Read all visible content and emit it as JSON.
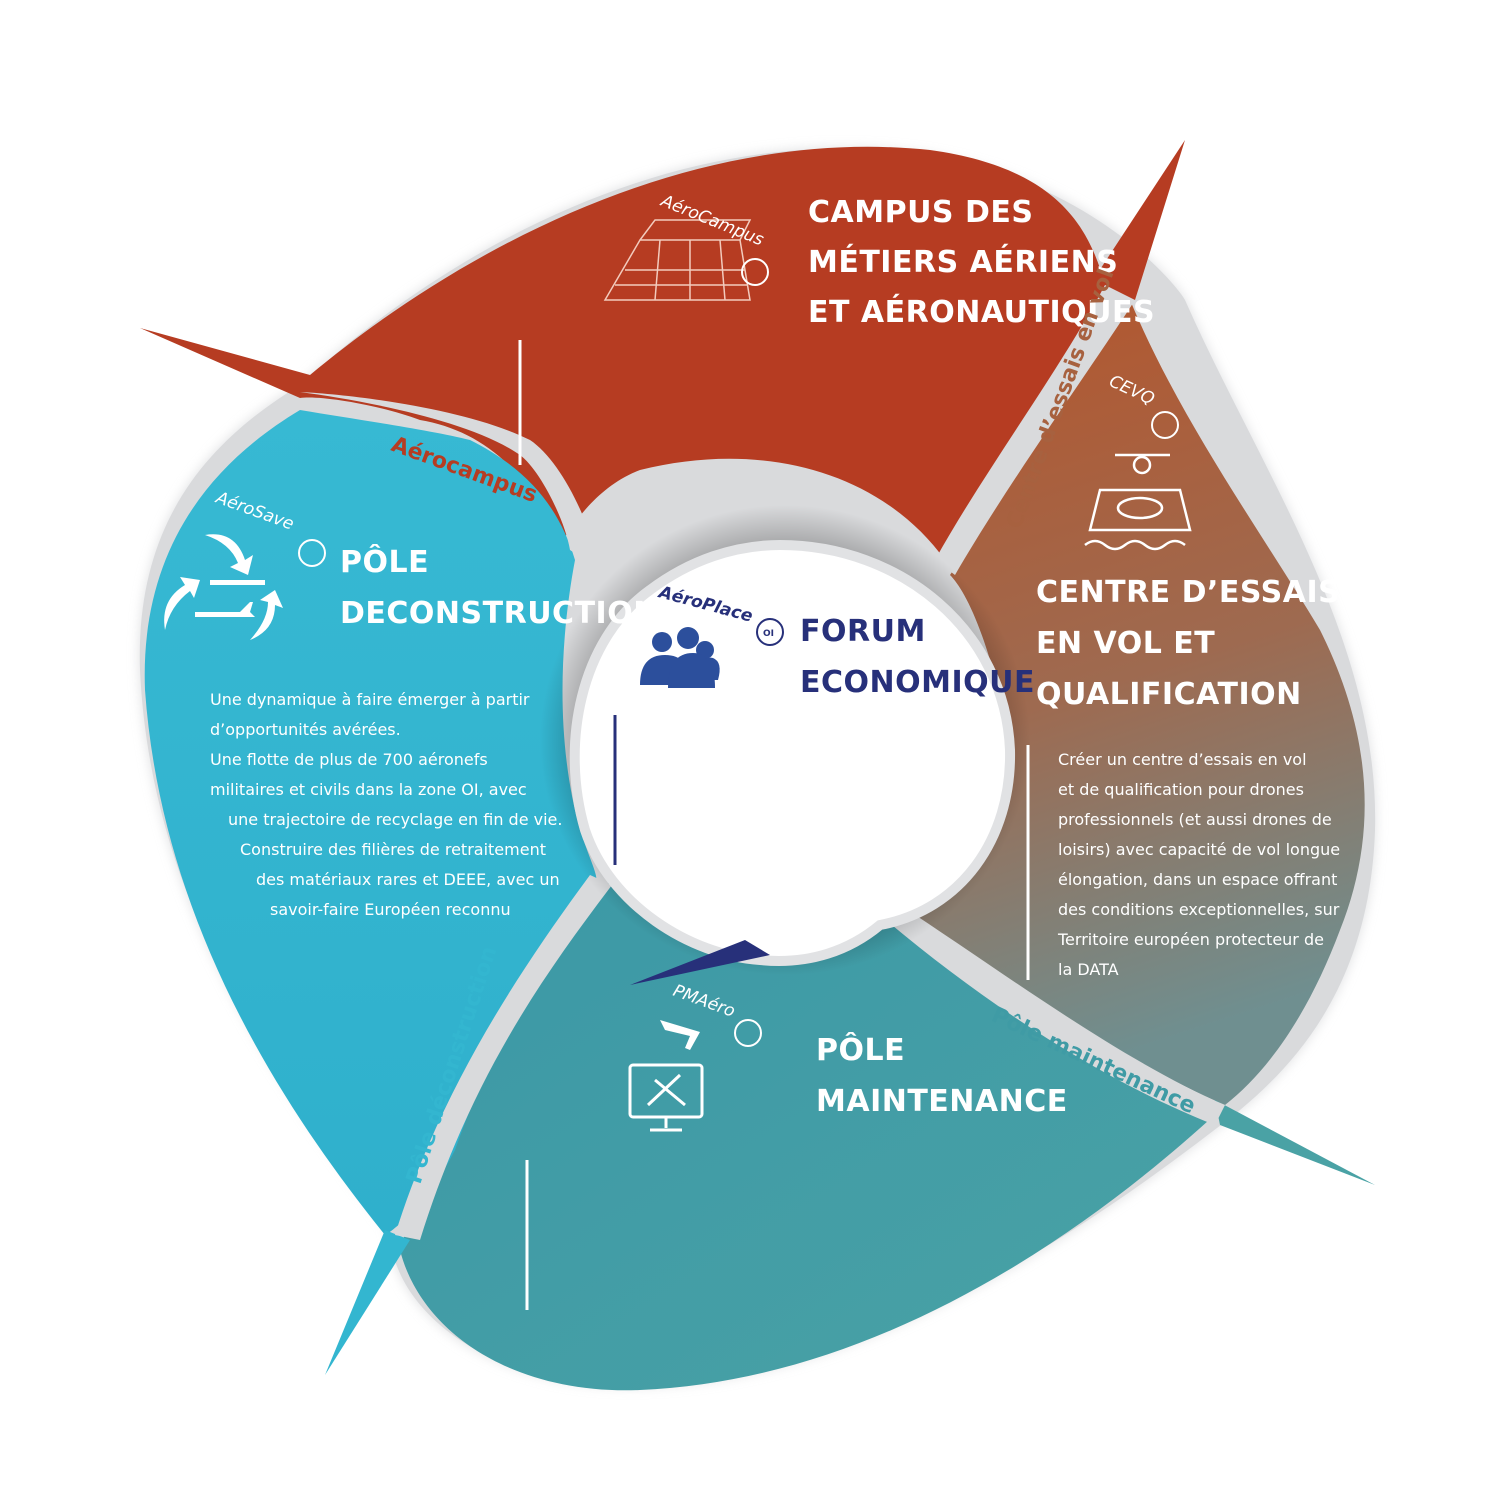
{
  "segments": {
    "campus": {
      "title_lines": [
        "CAMPUS DES",
        "MÉTIERS AÉRIENS",
        "ET AÉRONAUTIQUES"
      ],
      "logo": "AéroCampus",
      "band_label": "Aérocampus",
      "color": "#b63c22"
    },
    "cevq": {
      "title_lines": [
        "CENTRE D’ESSAIS",
        "EN VOL ET",
        "QUALIFICATION"
      ],
      "logo": "CEVQ",
      "band_label": "Centre d’essais en vol",
      "description_lines": [
        "Créer un centre d’essais en vol",
        "et de qualification pour drones",
        "professionnels (et aussi drones de",
        "loisirs) avec capacité de vol longue",
        "élongation, dans un espace offrant",
        "des conditions exceptionnelles, sur",
        "Territoire européen protecteur de",
        "la DATA"
      ],
      "color": "#a7613f"
    },
    "maintenance": {
      "title_lines": [
        "PÔLE",
        "MAINTENANCE"
      ],
      "logo": "PMAéro",
      "band_label": "Pôle maintenance",
      "color": "#3f9ba5"
    },
    "deconstruction": {
      "title_lines": [
        "PÔLE",
        "DECONSTRUCTION"
      ],
      "logo": "AéroSave",
      "band_label": "Pôle déconstruction",
      "description_lines": [
        "Une dynamique à faire émerger à partir",
        "d’opportunités avérées.",
        "Une flotte de plus de 700 aéronefs",
        "militaires et civils dans la zone OI, avec",
        "une trajectoire de recyclage en fin de vie.",
        "Construire des filières de retraitement",
        "des matériaux rares et DEEE, avec un",
        "savoir-faire Européen reconnu"
      ],
      "color": "#33b6d0"
    }
  },
  "center": {
    "title_lines": [
      "FORUM",
      "ECONOMIQUE"
    ],
    "logo": "AéroPlace",
    "logo_suffix": "OI",
    "color": "#27307a"
  },
  "logo_suffix": "OI"
}
